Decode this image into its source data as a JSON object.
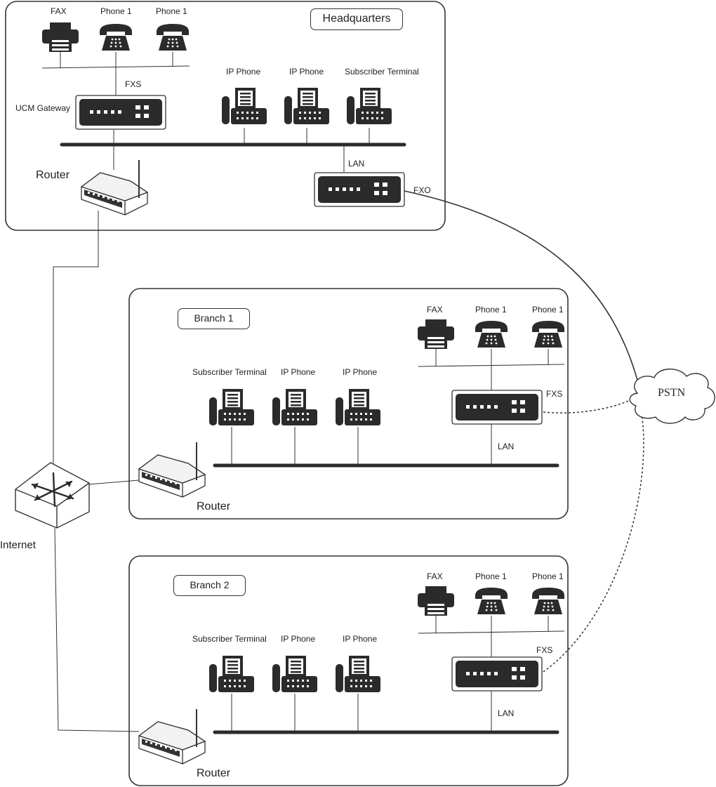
{
  "sites": {
    "hq": {
      "title": "Headquarters",
      "fax_label": "FAX",
      "phone_a_label": "Phone 1",
      "phone_b_label": "Phone 1",
      "fxs_label": "FXS",
      "gateway_label": "UCM Gateway",
      "ip_phone_a_label": "IP Phone",
      "ip_phone_b_label": "IP Phone",
      "subscriber_label": "Subscriber Terminal",
      "router_label": "Router",
      "lan_label": "LAN",
      "fxo_label": "FXO"
    },
    "branch1": {
      "title": "Branch 1",
      "fax_label": "FAX",
      "phone_a_label": "Phone 1",
      "phone_b_label": "Phone 1",
      "subscriber_label": "Subscriber Terminal",
      "ip_phone_a_label": "IP Phone",
      "ip_phone_b_label": "IP Phone",
      "fxs_label": "FXS",
      "lan_label": "LAN",
      "router_label": "Router"
    },
    "branch2": {
      "title": "Branch 2",
      "fax_label": "FAX",
      "phone_a_label": "Phone 1",
      "phone_b_label": "Phone 1",
      "subscriber_label": "Subscriber Terminal",
      "ip_phone_a_label": "IP Phone",
      "ip_phone_b_label": "IP Phone",
      "fxs_label": "FXS",
      "lan_label": "LAN",
      "router_label": "Router"
    }
  },
  "internet_label": "Internet",
  "pstn_label": "PSTN",
  "colors": {
    "device": "#2b2b2b",
    "line": "#333333",
    "background": "#ffffff"
  }
}
